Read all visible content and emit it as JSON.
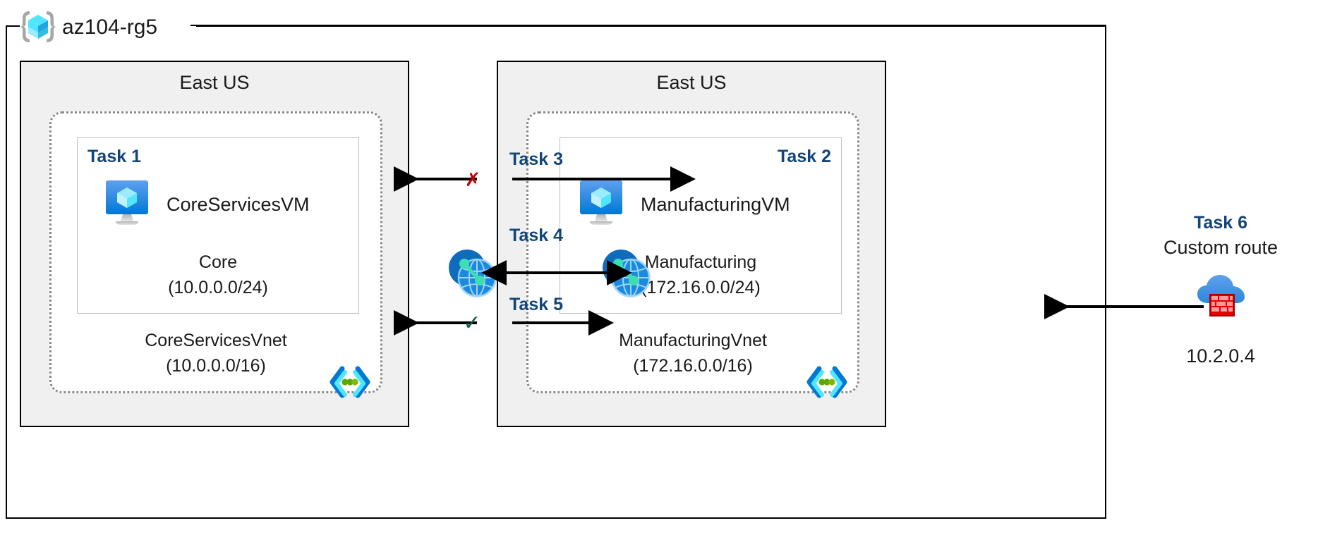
{
  "diagram": {
    "resource_group": {
      "name": "az104-rg5",
      "icon": "azure-resource-group-icon"
    },
    "regions": [
      {
        "id": "left",
        "label": "East US"
      },
      {
        "id": "right",
        "label": "East US"
      }
    ],
    "vnets": [
      {
        "id": "coreservices",
        "name": "CoreServicesVnet",
        "cidr": "(10.0.0.0/16)",
        "icon": "vnet-brackets-icon",
        "subnet": {
          "task": "Task 1",
          "name": "Core",
          "cidr": "(10.0.0.0/24)",
          "vm": {
            "name": "CoreServicesVM",
            "icon": "virtual-machine-icon"
          }
        }
      },
      {
        "id": "manufacturing",
        "name": "ManufacturingVnet",
        "cidr": "(172.16.0.0/16)",
        "icon": "vnet-brackets-icon",
        "subnet": {
          "task": "Task 2",
          "name": "Manufacturing",
          "cidr": "(172.16.0.0/24)",
          "vm": {
            "name": "ManufacturingVM",
            "icon": "virtual-machine-icon"
          }
        }
      }
    ],
    "connectors": [
      {
        "id": "task3",
        "label": "Task 3",
        "marker": "✗",
        "marker_kind": "cross",
        "marker_color": "#c00000",
        "direction": "bidirectional-split"
      },
      {
        "id": "task4",
        "label": "Task 4",
        "marker": "",
        "marker_kind": "none",
        "marker_color": "",
        "direction": "bidirectional"
      },
      {
        "id": "task5",
        "label": "Task 5",
        "marker": "✓",
        "marker_kind": "check",
        "marker_color": "#1f6054",
        "direction": "bidirectional-split"
      }
    ],
    "peering_icons": [
      {
        "id": "peering-left",
        "icon": "vnet-peering-icon"
      },
      {
        "id": "peering-right",
        "icon": "vnet-peering-icon"
      }
    ],
    "external": {
      "task": "Task 6",
      "subtitle": "Custom route",
      "ip": "10.2.0.4",
      "icon": "azure-firewall-icon",
      "direction": "left"
    },
    "colors": {
      "task_label": "#12457a",
      "cross": "#c00000",
      "check": "#1f6054",
      "region_fill": "#f0f0f0",
      "vnet_border": "#8a8a8a",
      "azure_blue": "#0078d4",
      "cyan": "#50e6ff"
    }
  }
}
